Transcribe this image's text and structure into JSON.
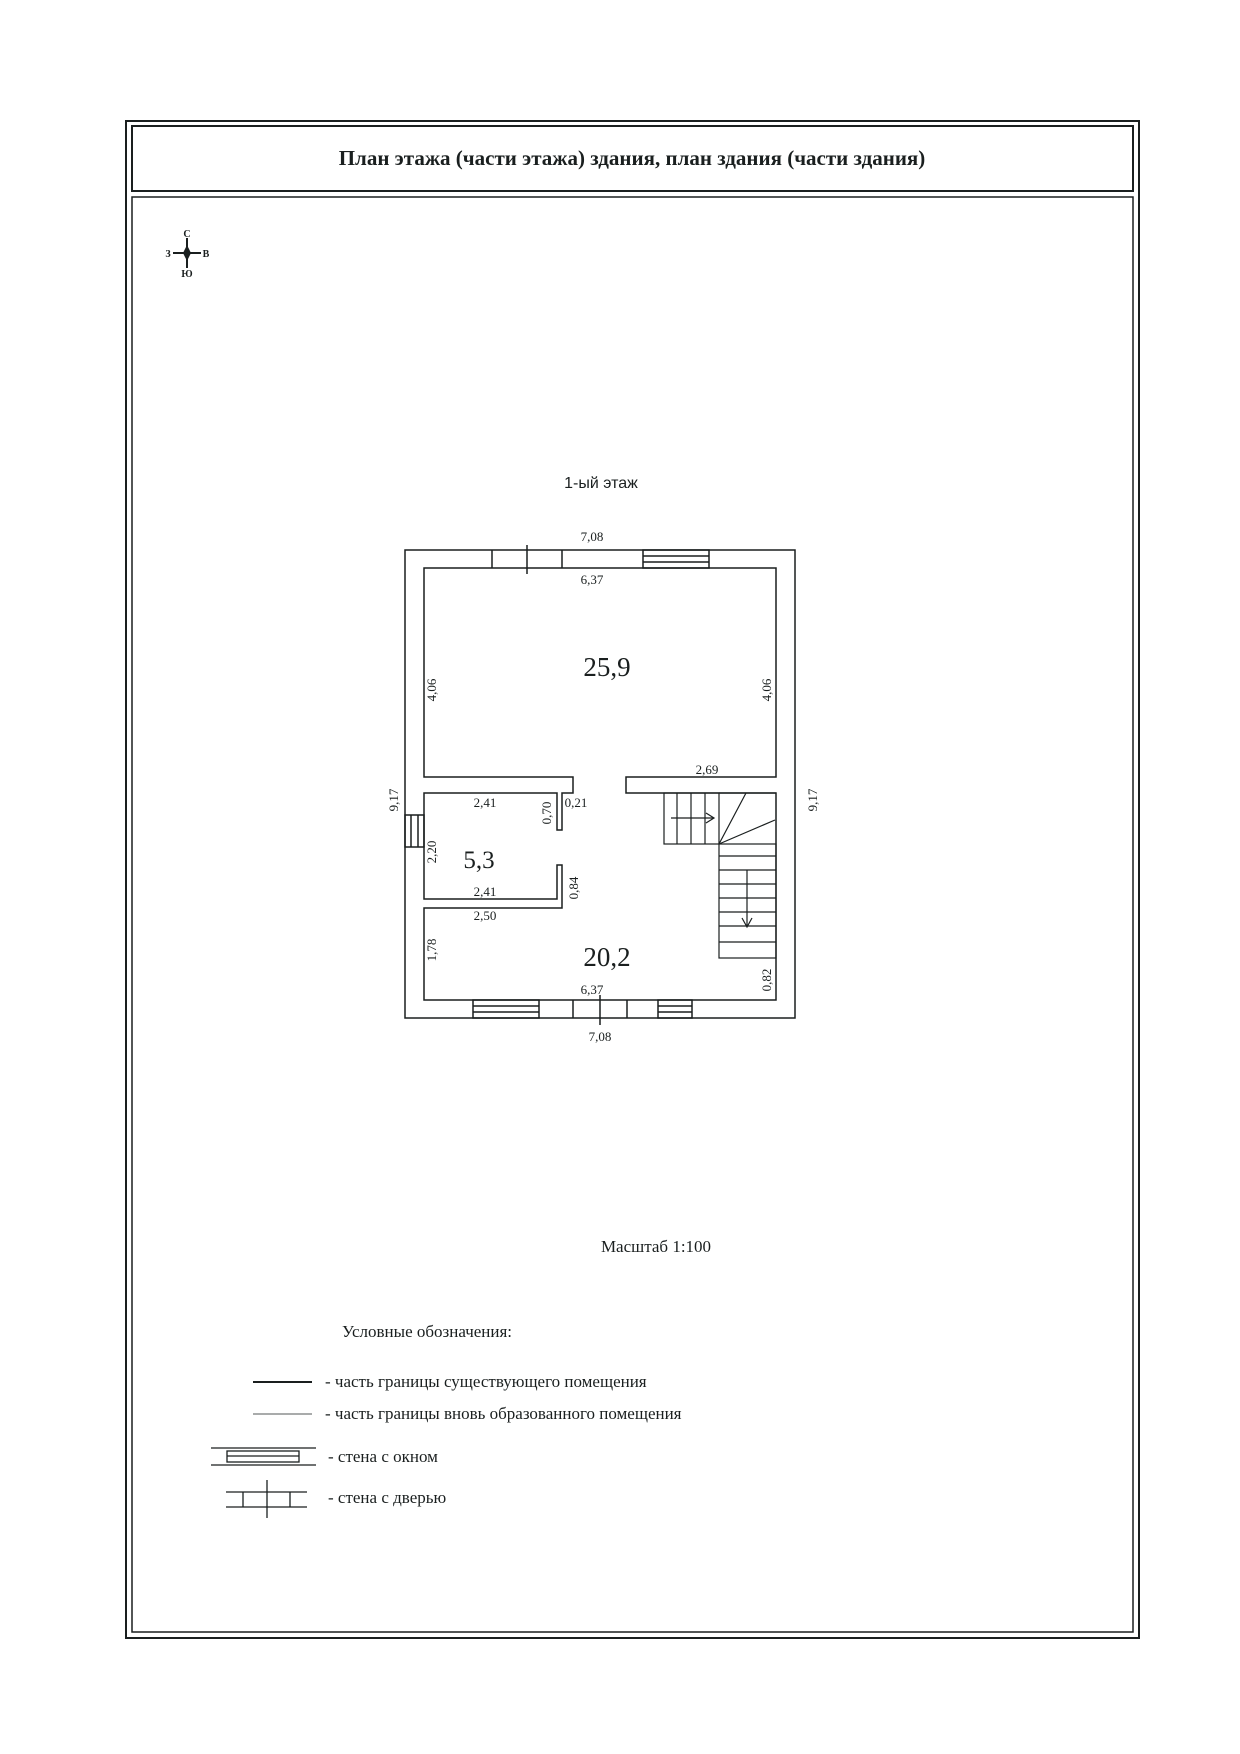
{
  "title": "План этажа (части этажа) здания, план здания (части здания)",
  "compass": {
    "north": "С",
    "south": "Ю",
    "west": "З",
    "east": "В"
  },
  "floor_label": "1-ый этаж",
  "plan": {
    "rooms": [
      {
        "area": "25,9"
      },
      {
        "area": "5,3"
      },
      {
        "area": "20,2"
      }
    ],
    "dimensions": {
      "top_outer": "7,08",
      "top_inner": "6,37",
      "left_upper": "4,06",
      "right_upper": "4,06",
      "left_outer": "9,17",
      "right_outer": "9,17",
      "stair_wall": "2,69",
      "small_top": "2,41",
      "small_door_top": "0,70",
      "partition": "0,21",
      "small_left": "2,20",
      "small_door_bottom": "0,84",
      "small_bottom": "2,41",
      "lower_top": "2,50",
      "lower_left": "1,78",
      "lower_right": "0,82",
      "bottom_inner": "6,37",
      "bottom_outer": "7,08"
    }
  },
  "scale": "Масштаб 1:100",
  "legend": {
    "heading": "Условные обозначения:",
    "items": [
      "- часть границы существующего помещения",
      "- часть границы вновь образованного помещения",
      "- стена с окном",
      "- стена с дверью"
    ]
  }
}
